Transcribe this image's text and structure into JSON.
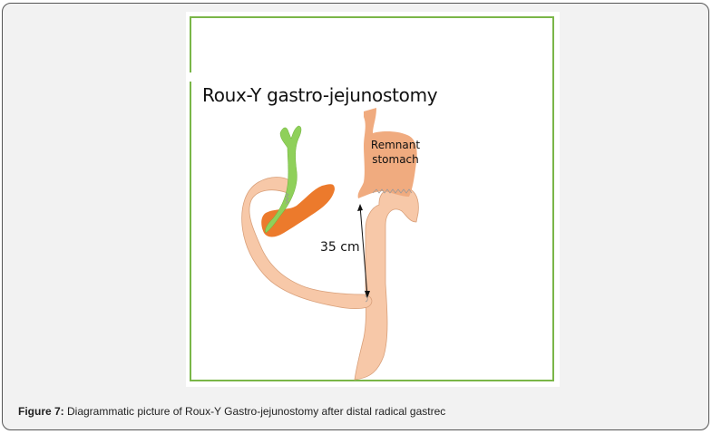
{
  "figure": {
    "diagram_title": "Roux-Y gastro-jejunostomy",
    "labels": {
      "remnant_line1": "Remnant",
      "remnant_line2": "stomach",
      "distance": "35 cm"
    },
    "colors": {
      "frame_border": "#7ab648",
      "bowel": "#f7c8a8",
      "stomach": "#f0ab7f",
      "pancreas": "#ec7a2c",
      "bile_duct": "#8fd05a"
    }
  },
  "caption": {
    "label": "Figure 7:",
    "text": " Diagrammatic picture of Roux-Y Gastro-jejunostomy after distal radical gastrec"
  }
}
